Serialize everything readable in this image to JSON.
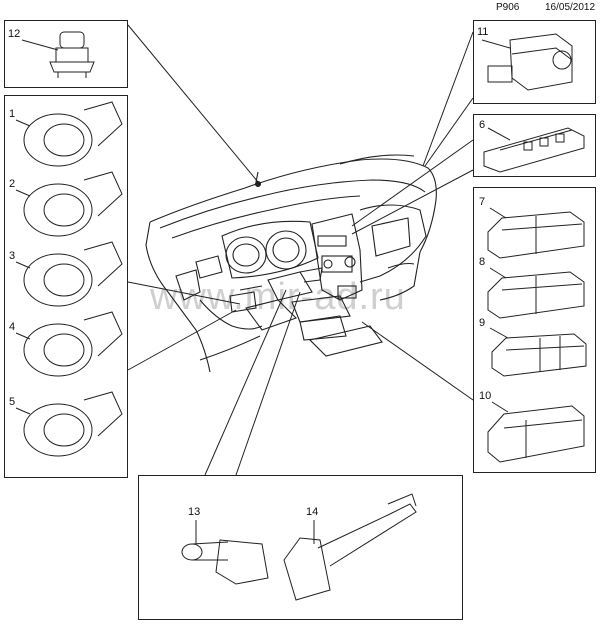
{
  "header": {
    "code": "P906",
    "date": "16/05/2012"
  },
  "watermark": "www.mir-ad.ru",
  "callouts": {
    "c1": "1",
    "c2": "2",
    "c3": "3",
    "c4": "4",
    "c5": "5",
    "c6": "6",
    "c7": "7",
    "c8": "8",
    "c9": "9",
    "c10": "10",
    "c11": "11",
    "c12": "12",
    "c13": "13",
    "c14": "14"
  }
}
